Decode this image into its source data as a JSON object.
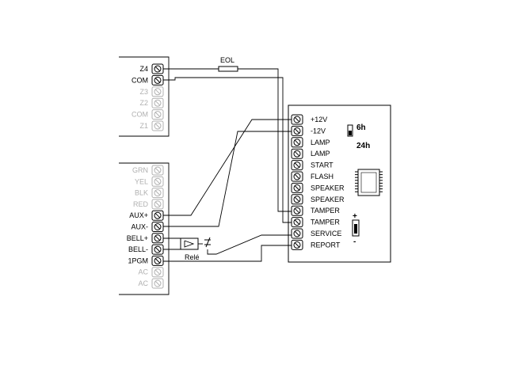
{
  "panel": {
    "zone_terminals": [
      {
        "label": "Z4",
        "active": true
      },
      {
        "label": "COM",
        "active": true
      },
      {
        "label": "Z3",
        "active": false
      },
      {
        "label": "Z2",
        "active": false
      },
      {
        "label": "COM",
        "active": false
      },
      {
        "label": "Z1",
        "active": false
      }
    ],
    "aux_terminals": [
      {
        "label": "GRN",
        "active": false
      },
      {
        "label": "YEL",
        "active": false
      },
      {
        "label": "BLK",
        "active": false
      },
      {
        "label": "RED",
        "active": false
      },
      {
        "label": "AUX+",
        "active": true
      },
      {
        "label": "AUX-",
        "active": true
      },
      {
        "label": "BELL+",
        "active": true
      },
      {
        "label": "BELL-",
        "active": true
      },
      {
        "label": "1PGM",
        "active": true
      },
      {
        "label": "AC",
        "active": false
      },
      {
        "label": "AC",
        "active": false
      }
    ]
  },
  "siren": {
    "terminals": [
      "+12V",
      "-12V",
      "LAMP",
      "LAMP",
      "START",
      "FLASH",
      "SPEAKER",
      "SPEAKER",
      "TAMPER",
      "TAMPER",
      "SERVICE",
      "REPORT"
    ],
    "switch_labels": [
      "6h",
      "24h"
    ],
    "battery_plus": "+",
    "battery_minus": "-"
  },
  "components": {
    "eol_label": "EOL",
    "relay_label": "Relé"
  }
}
